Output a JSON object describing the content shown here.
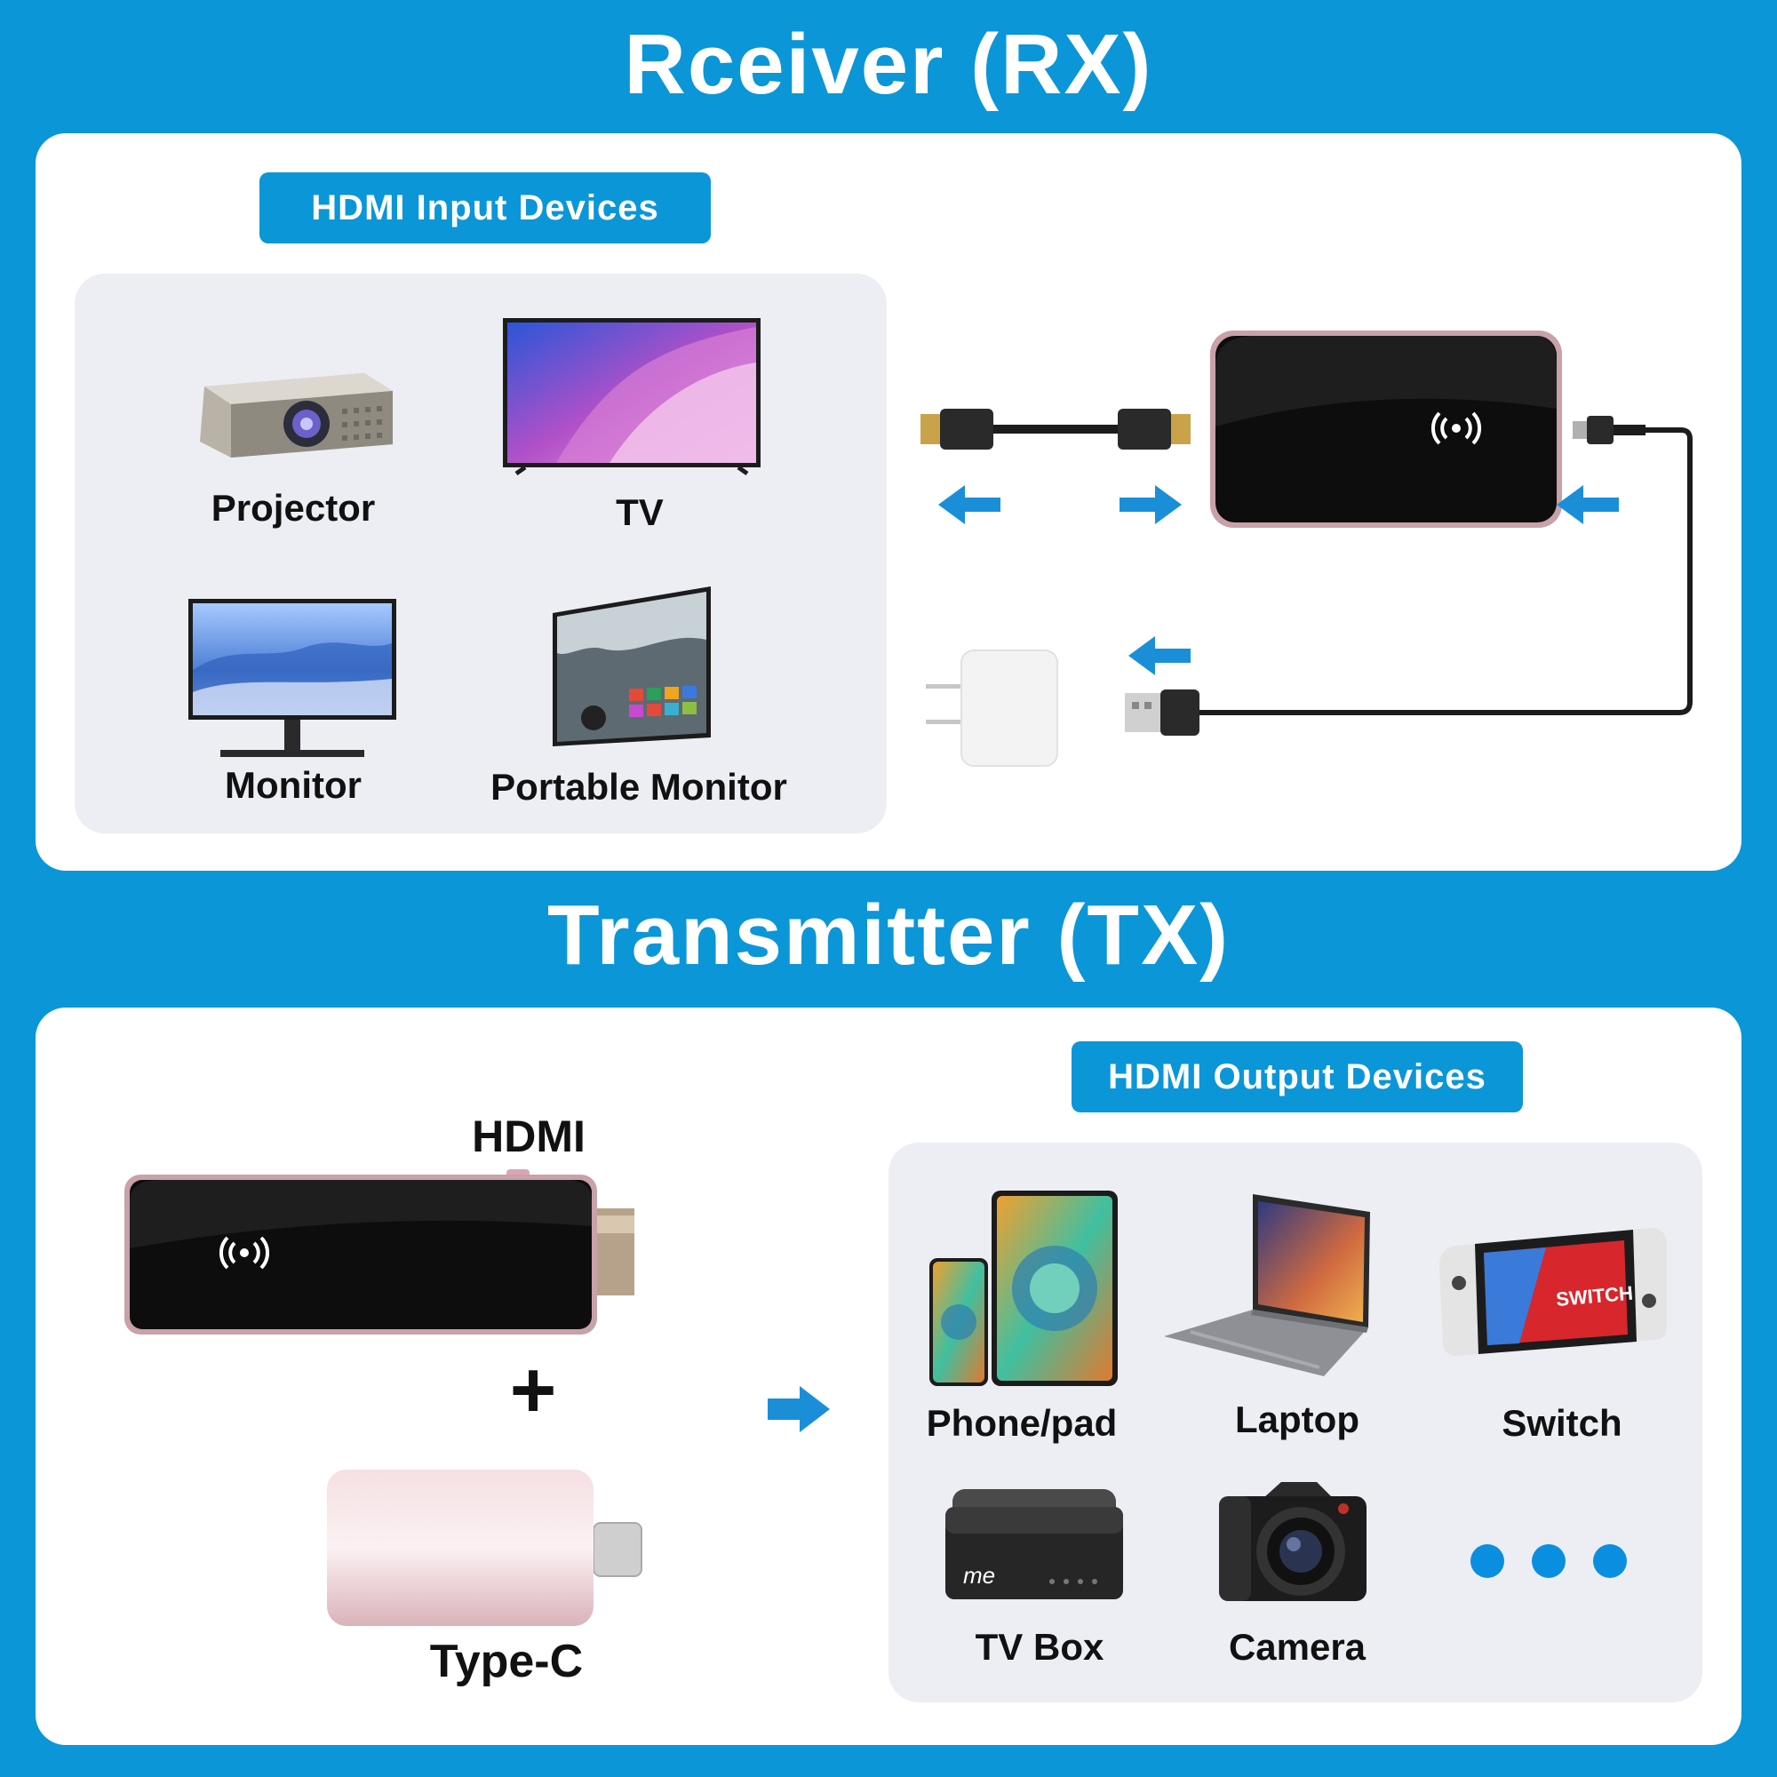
{
  "receiver": {
    "title": "Rceiver (RX)",
    "input_pill": "HDMI Input Devices",
    "devices": [
      "Projector",
      "TV",
      "Monitor",
      "Portable Monitor"
    ]
  },
  "transmitter": {
    "title": "Transmitter (TX)",
    "hdmi_label": "HDMI",
    "plus_label": "+",
    "typec_label": "Type-C",
    "output_pill": "HDMI Output Devices",
    "devices": [
      "Phone/pad",
      "Laptop",
      "Switch",
      "TV Box",
      "Camera"
    ]
  },
  "colors": {
    "background": "#0b96d8",
    "panel": "#ffffff",
    "accent_arrow": "#1a8fd8",
    "grey_box": "#eceef3"
  },
  "icons": [
    "wireless-signal-icon",
    "arrow-left-icon",
    "arrow-right-icon",
    "more-dots-icon"
  ]
}
